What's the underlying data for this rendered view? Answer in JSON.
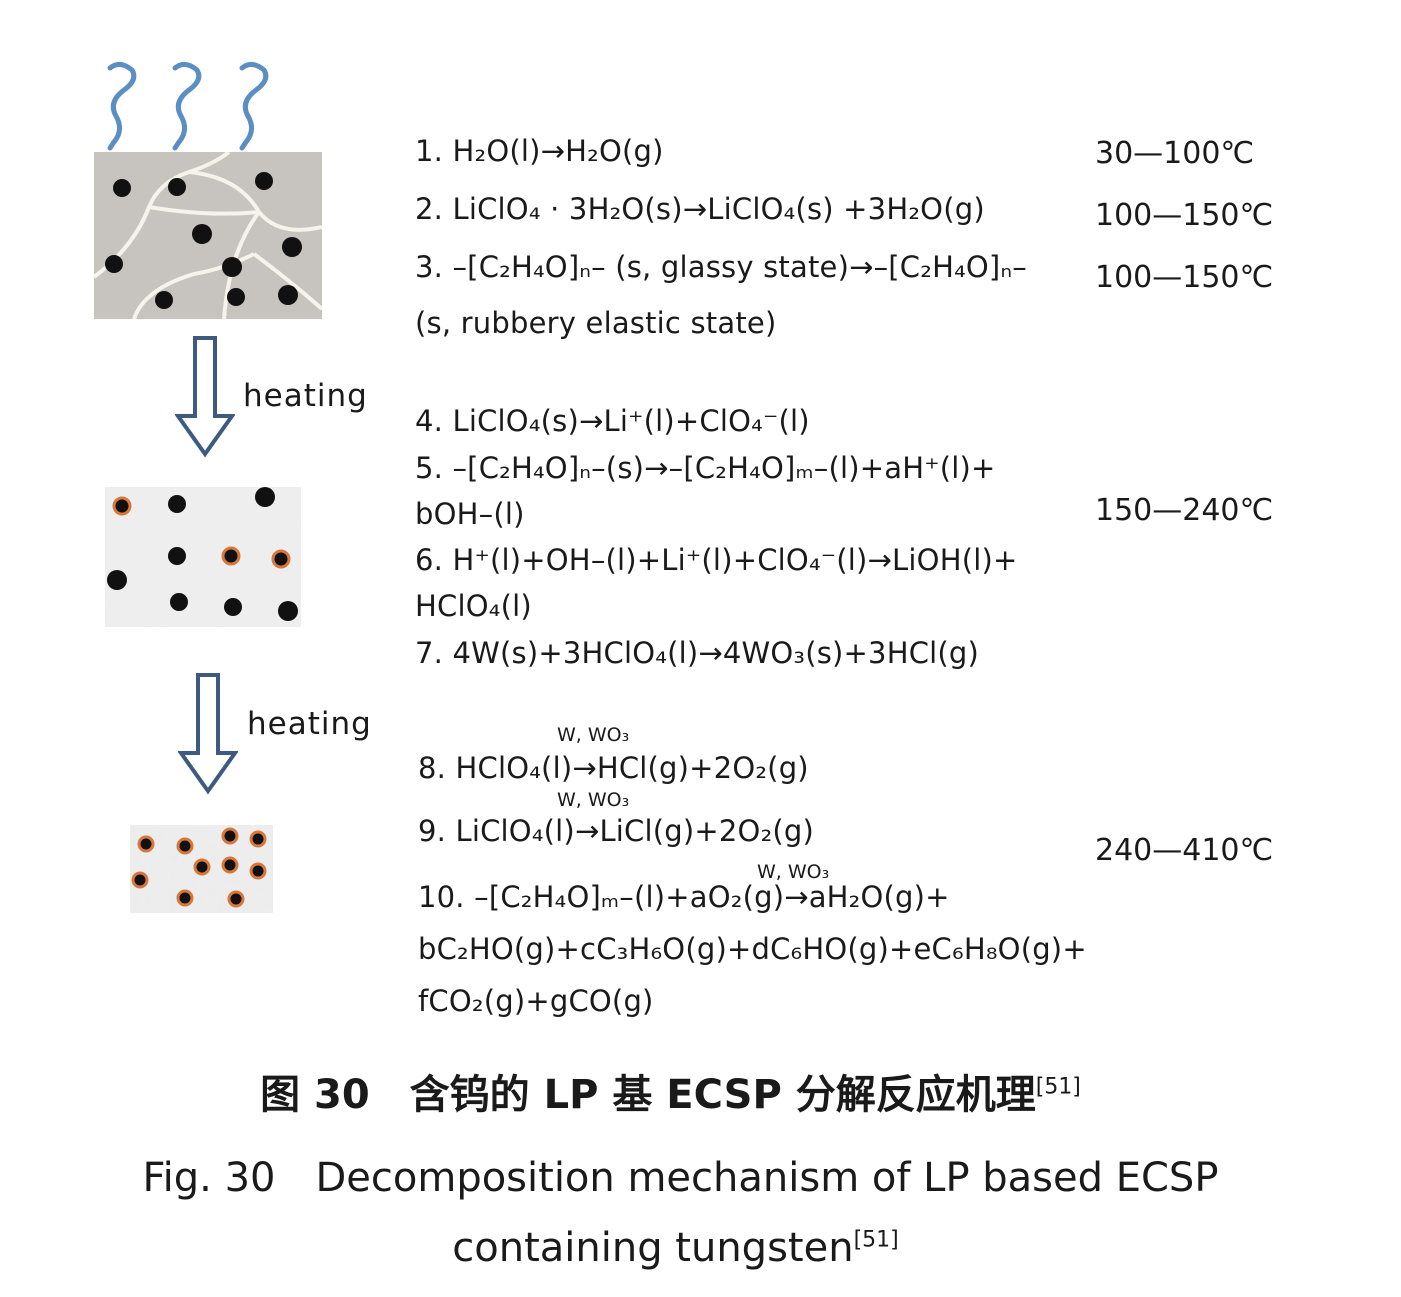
{
  "equations": [
    {
      "num": "1",
      "lines": [
        "1. H₂O(l)→H₂O(g)"
      ]
    },
    {
      "num": "2",
      "lines": [
        "2. LiClO₄ · 3H₂O(s)→LiClO₄(s) +3H₂O(g)"
      ]
    },
    {
      "num": "3",
      "lines": [
        "3. –[C₂H₄O]ₙ– (s, glassy state)→–[C₂H₄O]ₙ–",
        "(s, rubbery elastic state)"
      ]
    },
    {
      "num": "4",
      "lines": [
        "4. LiClO₄(s)→Li⁺(l)+ClO₄⁻(l)"
      ]
    },
    {
      "num": "5",
      "lines": [
        "5. –[C₂H₄O]ₙ–(s)→–[C₂H₄O]ₘ–(l)+aH⁺(l)+",
        "bOH–(l)"
      ]
    },
    {
      "num": "6",
      "lines": [
        "6. H⁺(l)+OH–(l)+Li⁺(l)+ClO₄⁻(l)→LiOH(l)+",
        "HClO₄(l)"
      ]
    },
    {
      "num": "7",
      "lines": [
        "7. 4W(s)+3HClO₄(l)→4WO₃(s)+3HCl(g)"
      ]
    },
    {
      "num": "8",
      "catalyst": "W, WO₃",
      "lines": [
        "8. HClO₄(l)→HCl(g)+2O₂(g)"
      ]
    },
    {
      "num": "9",
      "catalyst": "W, WO₃",
      "lines": [
        "9. LiClO₄(l)→LiCl(g)+2O₂(g)"
      ]
    },
    {
      "num": "10",
      "catalyst": "W, WO₃",
      "lines": [
        "10. –[C₂H₄O]ₘ–(l)+aO₂(g)→aH₂O(g)+",
        "bC₂HO(g)+cC₃H₆O(g)+dC₆HO(g)+eC₆H₈O(g)+",
        "fCO₂(g)+gCO(g)"
      ]
    }
  ],
  "temperatures": [
    "30—100℃",
    "100—150℃",
    "100—150℃",
    "150—240℃",
    "240—410℃"
  ],
  "arrow_labels": [
    "heating",
    "heating"
  ],
  "caption": {
    "cn": "图 30　含钨的 LP 基 ECSP 分解反应机理",
    "cn_ref": "[51]",
    "en_line1": "Fig. 30　Decomposition mechanism of LP based ECSP",
    "en_line2": "containing tungsten",
    "en_ref": "[51]"
  },
  "colors": {
    "vapor": "#5b8fc4",
    "matrix": "#c7c3bf",
    "arrow": "#3d5a80",
    "particle_ring": "#d9773a"
  }
}
